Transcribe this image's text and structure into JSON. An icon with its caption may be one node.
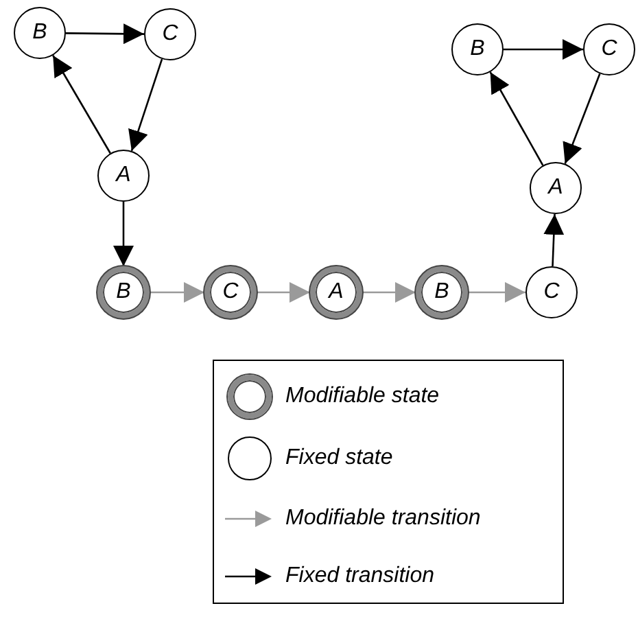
{
  "diagram": {
    "nodes": [
      {
        "text": [
          "B"
        ]
      },
      {
        "text": [
          "C"
        ]
      },
      {
        "text": [
          "A"
        ]
      },
      {
        "text": [
          "B"
        ]
      },
      {
        "text": [
          "C"
        ]
      },
      {
        "text": [
          "A"
        ]
      },
      {
        "text": [
          "B"
        ]
      },
      {
        "text": [
          "C"
        ]
      },
      {
        "text": [
          "A"
        ]
      },
      {
        "text": [
          "B"
        ]
      },
      {
        "text": [
          "C"
        ]
      }
    ],
    "edges": [
      {
        "from": 0,
        "to": 1,
        "arrow": "to"
      },
      {
        "from": 1,
        "to": 2,
        "arrow": "to"
      },
      {
        "from": 2,
        "to": 0,
        "arrow": "to"
      },
      {
        "from": 2,
        "to": 3,
        "arrow": "to"
      },
      {
        "from": 3,
        "to": 4,
        "arrow": "to",
        "color": "#9a9a9a"
      },
      {
        "from": 4,
        "to": 5,
        "arrow": "to",
        "color": "#9a9a9a"
      },
      {
        "from": 5,
        "to": 6,
        "arrow": "to",
        "color": "#9a9a9a"
      },
      {
        "from": 6,
        "to": 7,
        "arrow": "to",
        "color": "#9a9a9a"
      },
      {
        "from": 7,
        "to": 8,
        "arrow": "to"
      },
      {
        "from": 9,
        "to": 10,
        "arrow": "to"
      },
      {
        "from": 10,
        "to": 8,
        "arrow": "to"
      },
      {
        "from": 8,
        "to": 9,
        "arrow": "to"
      }
    ],
    "legend": [
      {
        "text": "Modifiable state"
      },
      {
        "text": "Fixed state"
      },
      {
        "text": "Modifiable transition"
      },
      {
        "text": "Fixed transition"
      }
    ]
  }
}
